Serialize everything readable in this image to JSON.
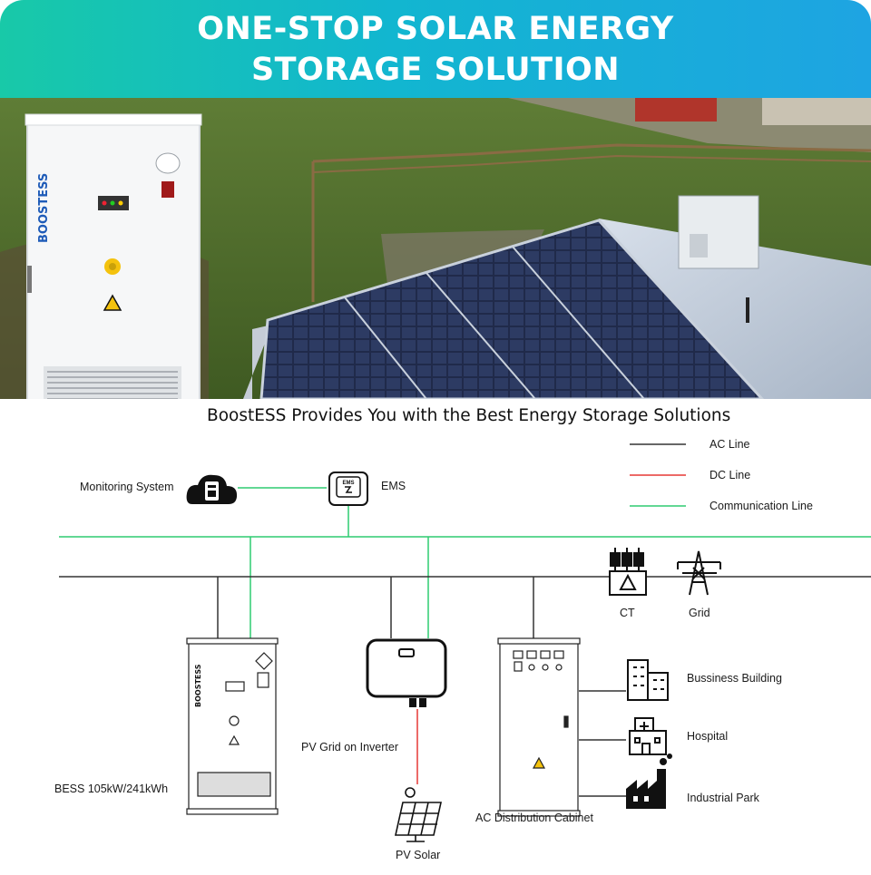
{
  "banner": {
    "line1": "ONE-STOP SOLAR ENERGY",
    "line2": "STORAGE SOLUTION",
    "gradient": [
      "#18c9a8",
      "#1ea4e2"
    ]
  },
  "photo": {
    "brand_text": "BOOSTESS"
  },
  "subtitle": "BoostESS Provides You with the Best Energy Storage Solutions",
  "legend": {
    "ac": {
      "label": "AC Line",
      "color": "#333333"
    },
    "dc": {
      "label": "DC Line",
      "color": "#e53935"
    },
    "comm": {
      "label": "Communication Line",
      "color": "#2ecc71"
    }
  },
  "nodes": {
    "monitoring": "Monitoring System",
    "ems": "EMS",
    "ems_icon_text": "EMS",
    "ct": "CT",
    "grid": "Grid",
    "bess": "BESS 105kW/241kWh",
    "bess_brand": "BOOSTESS",
    "inverter": "PV Grid on Inverter",
    "pv": "PV Solar",
    "ac_cabinet": "AC Distribution Cabinet",
    "business": "Bussiness Building",
    "hospital": "Hospital",
    "industrial": "Industrial Park"
  }
}
